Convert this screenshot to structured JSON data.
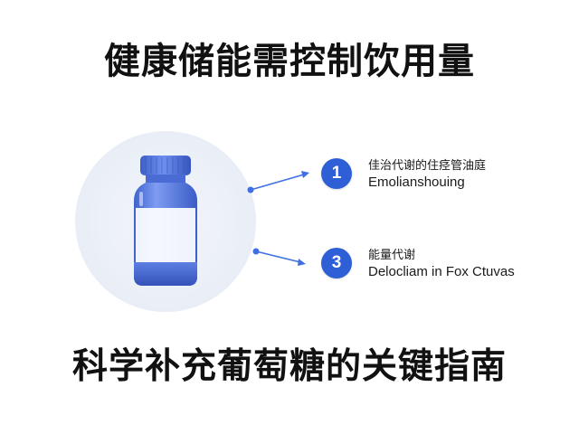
{
  "title_top": "健康储能需控制饮用量",
  "title_bottom": "科学补充葡萄糖的关键指南",
  "colors": {
    "accent": "#2f5fd6",
    "bottle_blue": "#4f73d9",
    "circle_bg": "#eef2f8",
    "arrow": "#3f6fe0"
  },
  "callouts": [
    {
      "badge": "1",
      "line1": "佳治代谢的住痉管油庭",
      "line2": "Emolianshouing"
    },
    {
      "badge": "3",
      "line1": "能量代谢",
      "line2": "Delocliam in Fox Ctuvas"
    }
  ],
  "icons": [
    "bottle-icon",
    "arrow-icon"
  ]
}
